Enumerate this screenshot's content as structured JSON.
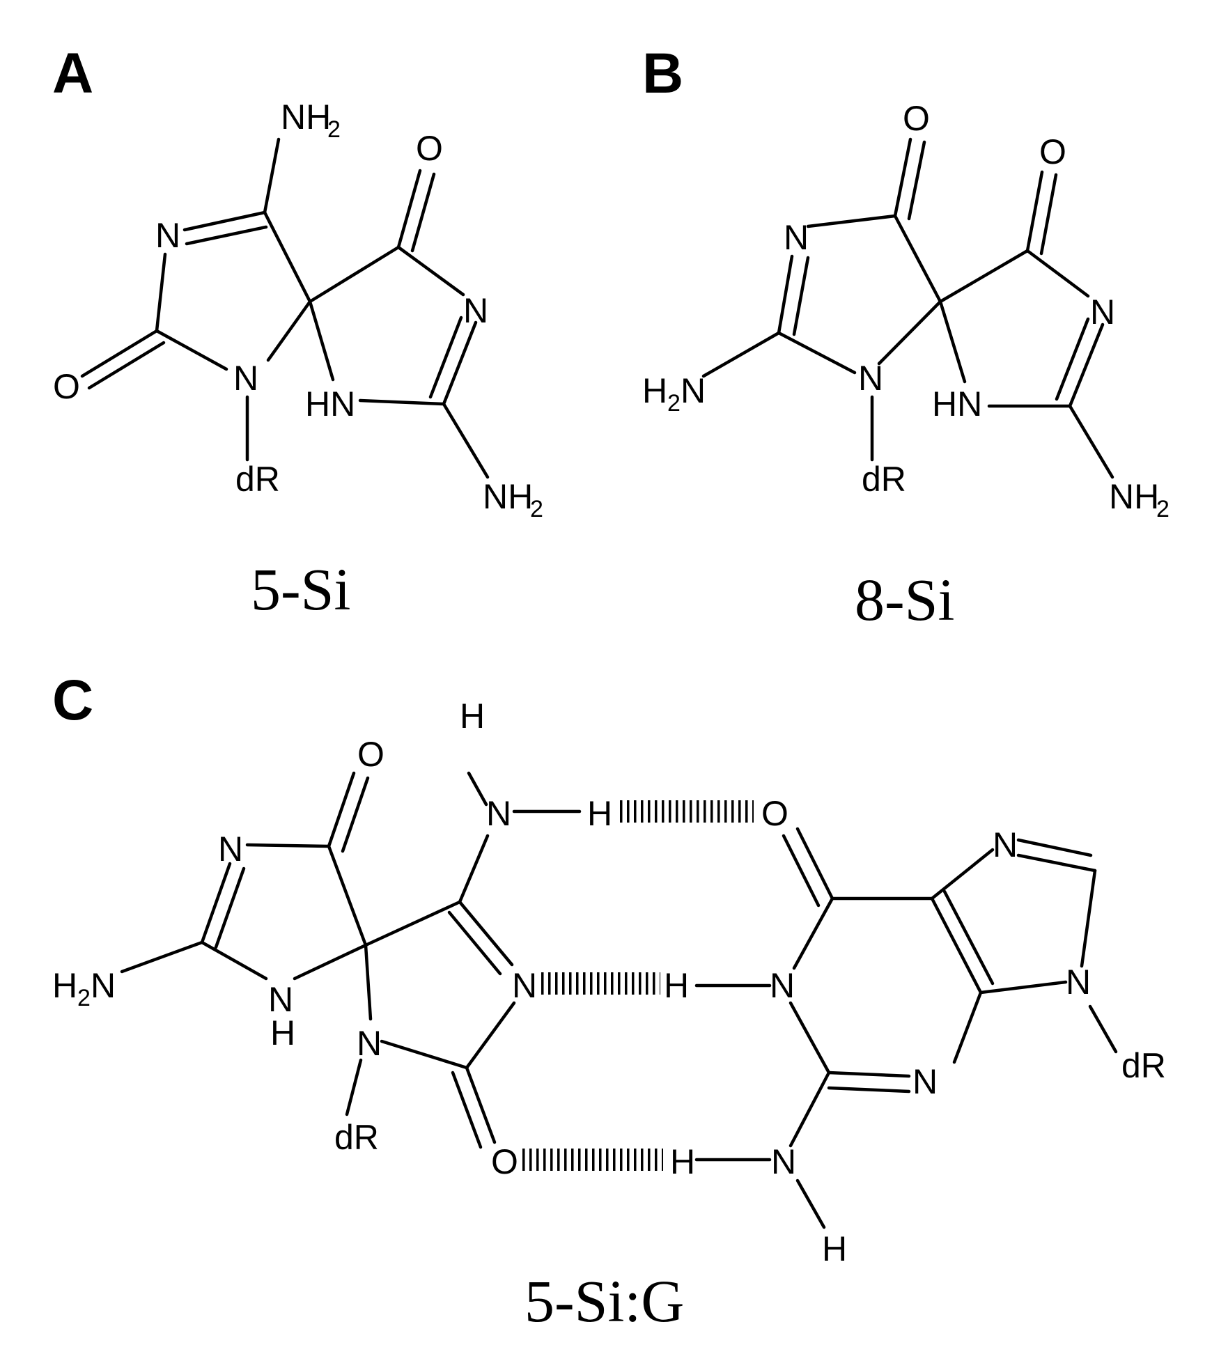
{
  "panels": {
    "a": "A",
    "b": "B",
    "c": "C"
  },
  "captions": {
    "a": "5-Si",
    "b": "8-Si",
    "c": "5-Si:G"
  },
  "atoms": {
    "N": "N",
    "HN": "HN",
    "NH": "NH",
    "H": "H",
    "O": "O",
    "dR": "dR",
    "NH2": "NH",
    "H2N_left": "H",
    "H2N_right": "N",
    "sub2": "2"
  }
}
